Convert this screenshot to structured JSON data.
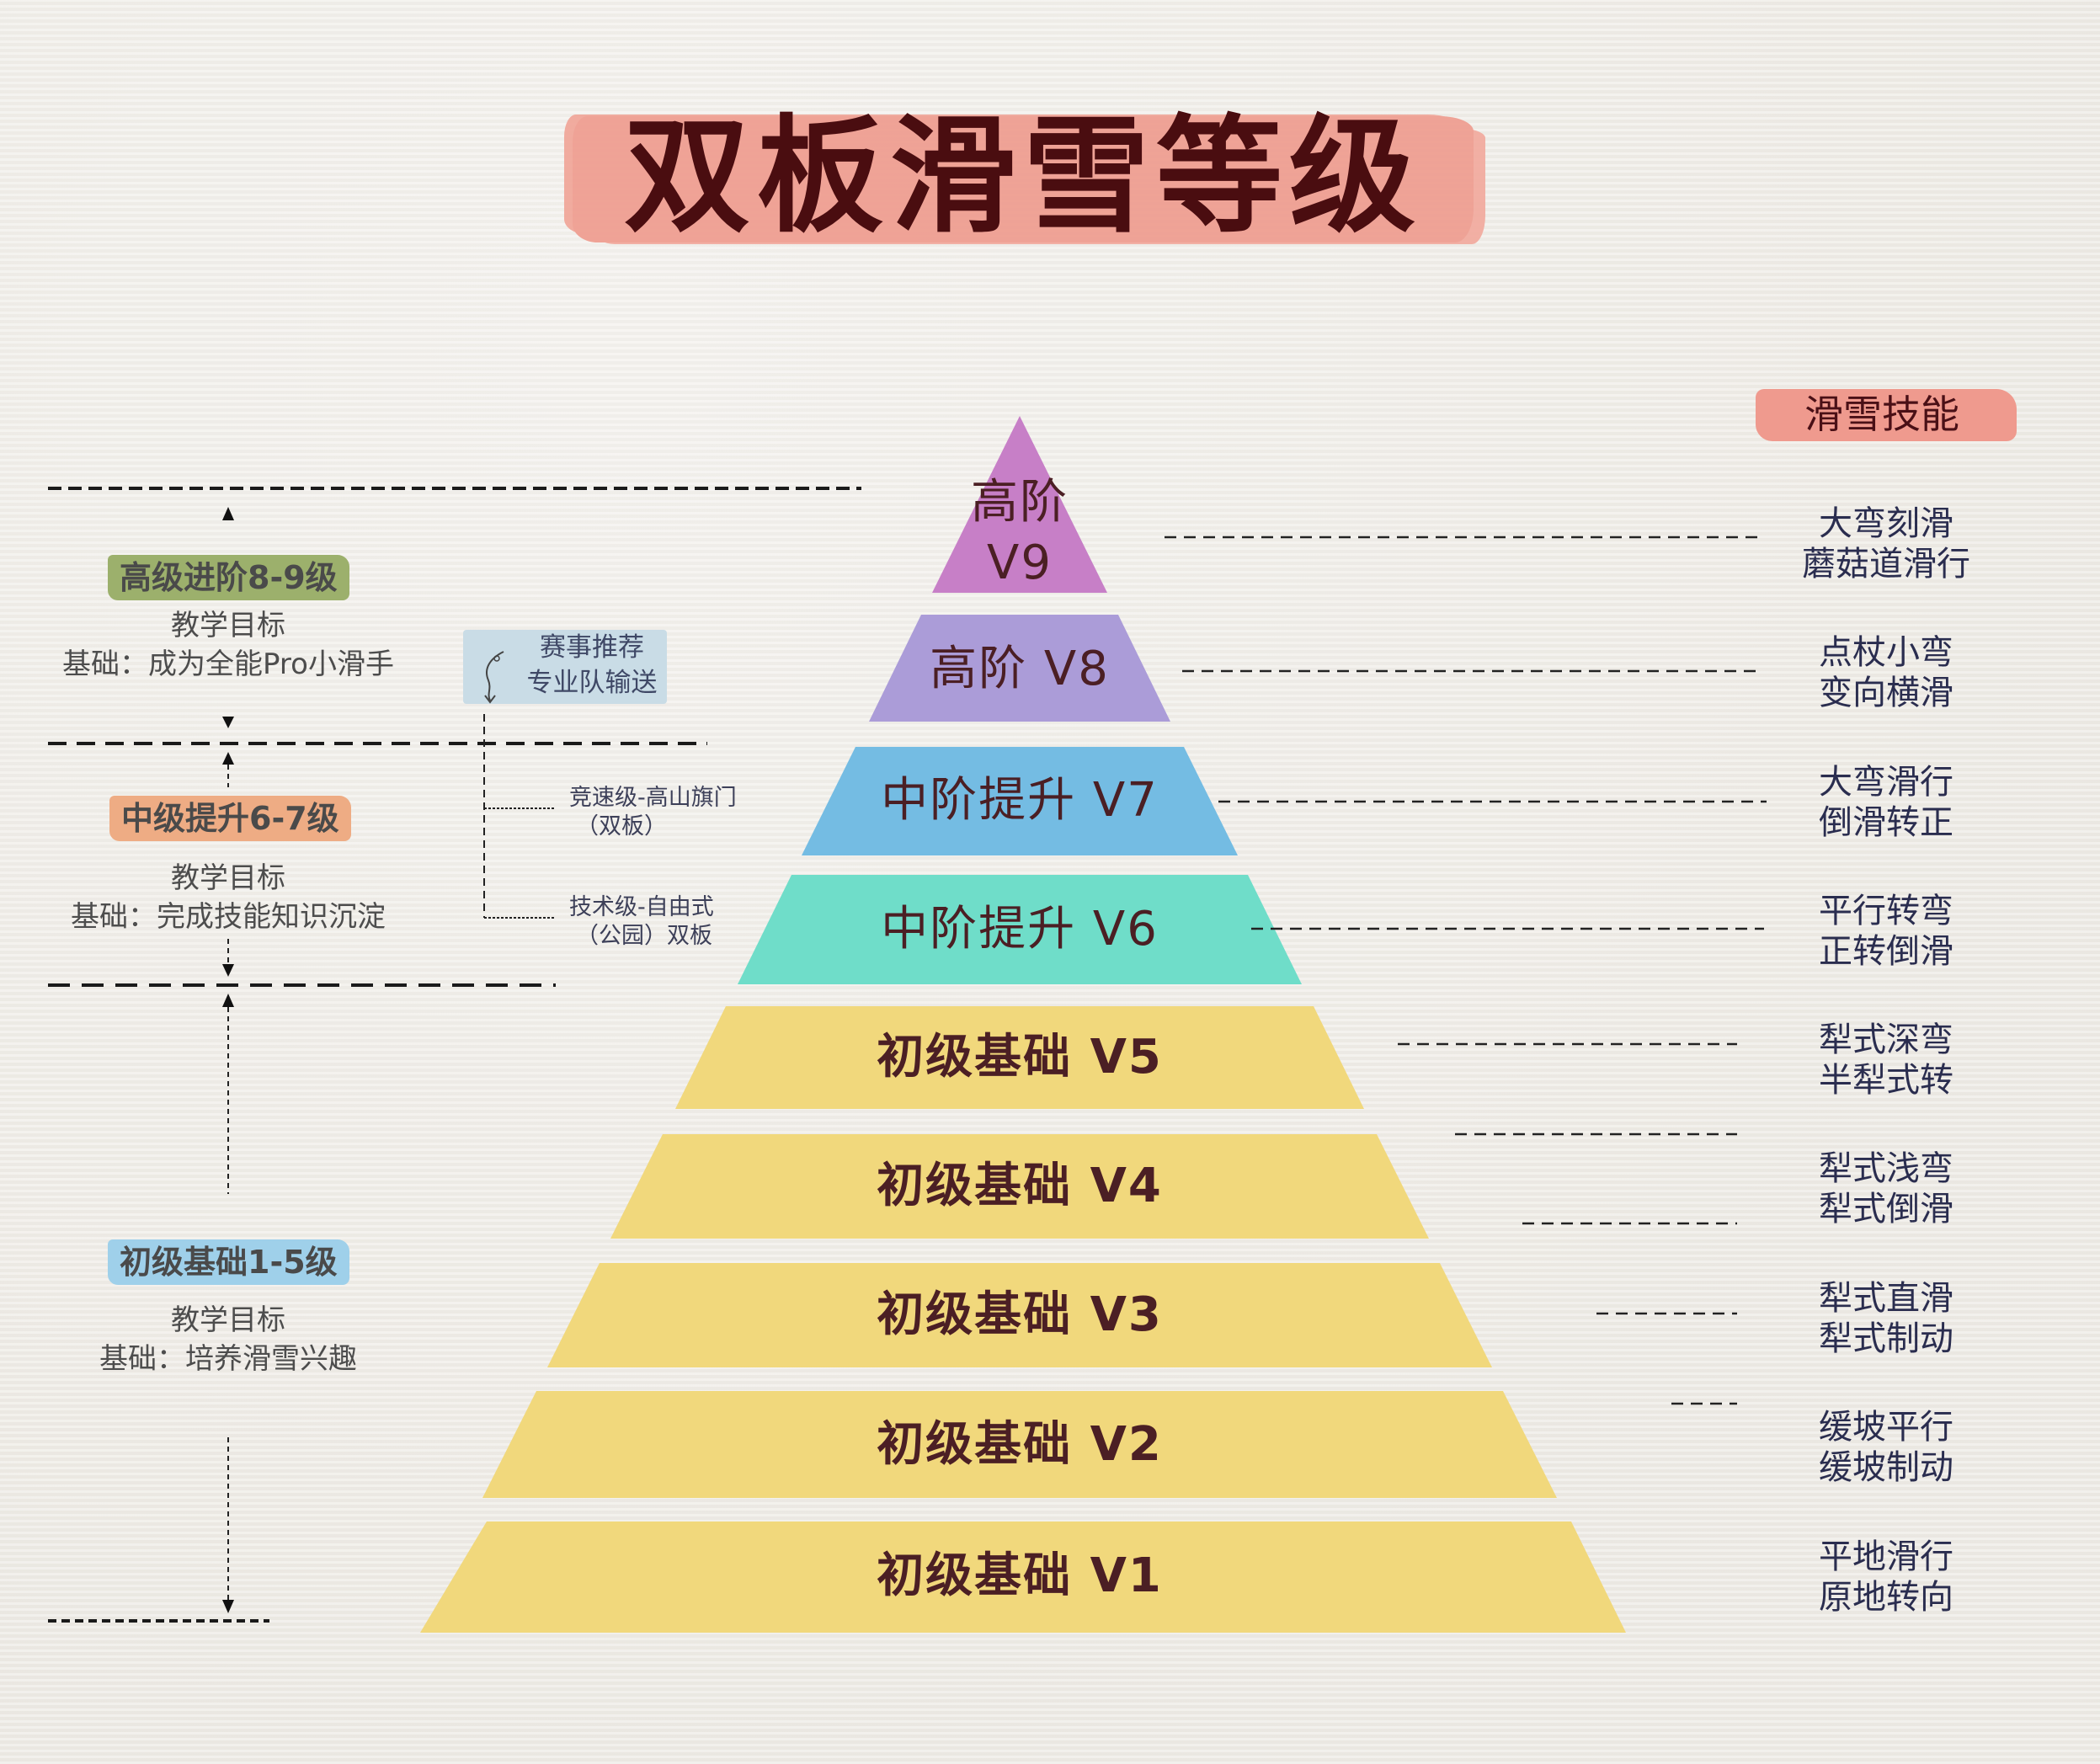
{
  "title": "双板滑雪等级",
  "skills_header": "滑雪技能",
  "colors": {
    "title_brush": "#ef9f92",
    "title_text": "#4a0d10",
    "v9": "#c77fc7",
    "v8": "#ab9cd8",
    "v7": "#74bce3",
    "v6": "#6fddc9",
    "v1_v5": "#f1d87c",
    "label_advanced": "#9cb06c",
    "label_intermediate": "#eeac84",
    "label_beginner": "#9fd0ea",
    "badge_bg": "#c9dce6"
  },
  "pyramid": [
    {
      "level": "V9",
      "label_line1": "高阶",
      "label_line2": "V9",
      "skills": [
        "大弯刻滑",
        "蘑菇道滑行"
      ]
    },
    {
      "level": "V8",
      "label": "高阶 V8",
      "skills": [
        "点杖小弯",
        "变向横滑"
      ]
    },
    {
      "level": "V7",
      "label": "中阶提升 V7",
      "skills": [
        "大弯滑行",
        "倒滑转正"
      ]
    },
    {
      "level": "V6",
      "label": "中阶提升 V6",
      "skills": [
        "平行转弯",
        "正转倒滑"
      ]
    },
    {
      "level": "V5",
      "label": "初级基础 V5",
      "skills": [
        "犁式深弯",
        "半犁式转"
      ]
    },
    {
      "level": "V4",
      "label": "初级基础 V4",
      "skills": [
        "犁式浅弯",
        "犁式倒滑"
      ]
    },
    {
      "level": "V3",
      "label": "初级基础 V3",
      "skills": [
        "犁式直滑",
        "犁式制动"
      ]
    },
    {
      "level": "V2",
      "label": "初级基础 V2",
      "skills": [
        "缓坡平行",
        "缓坡制动"
      ]
    },
    {
      "level": "V1",
      "label": "初级基础 V1",
      "skills": [
        "平地滑行",
        "原地转向"
      ]
    }
  ],
  "stages": [
    {
      "name": "高级进阶8-9级",
      "goal_title": "教学目标",
      "goal_text": "基础：成为全能Pro小滑手"
    },
    {
      "name": "中级提升6-7级",
      "goal_title": "教学目标",
      "goal_text": "基础：完成技能知识沉淀"
    },
    {
      "name": "初级基础1-5级",
      "goal_title": "教学目标",
      "goal_text": "基础：培养滑雪兴趣"
    }
  ],
  "competition": {
    "badge_line1": "赛事推荐",
    "badge_line2": "专业队输送",
    "paths": [
      {
        "line1": "竞速级-高山旗门",
        "line2": "（双板）"
      },
      {
        "line1": "技术级-自由式",
        "line2": "（公园）双板"
      }
    ]
  }
}
